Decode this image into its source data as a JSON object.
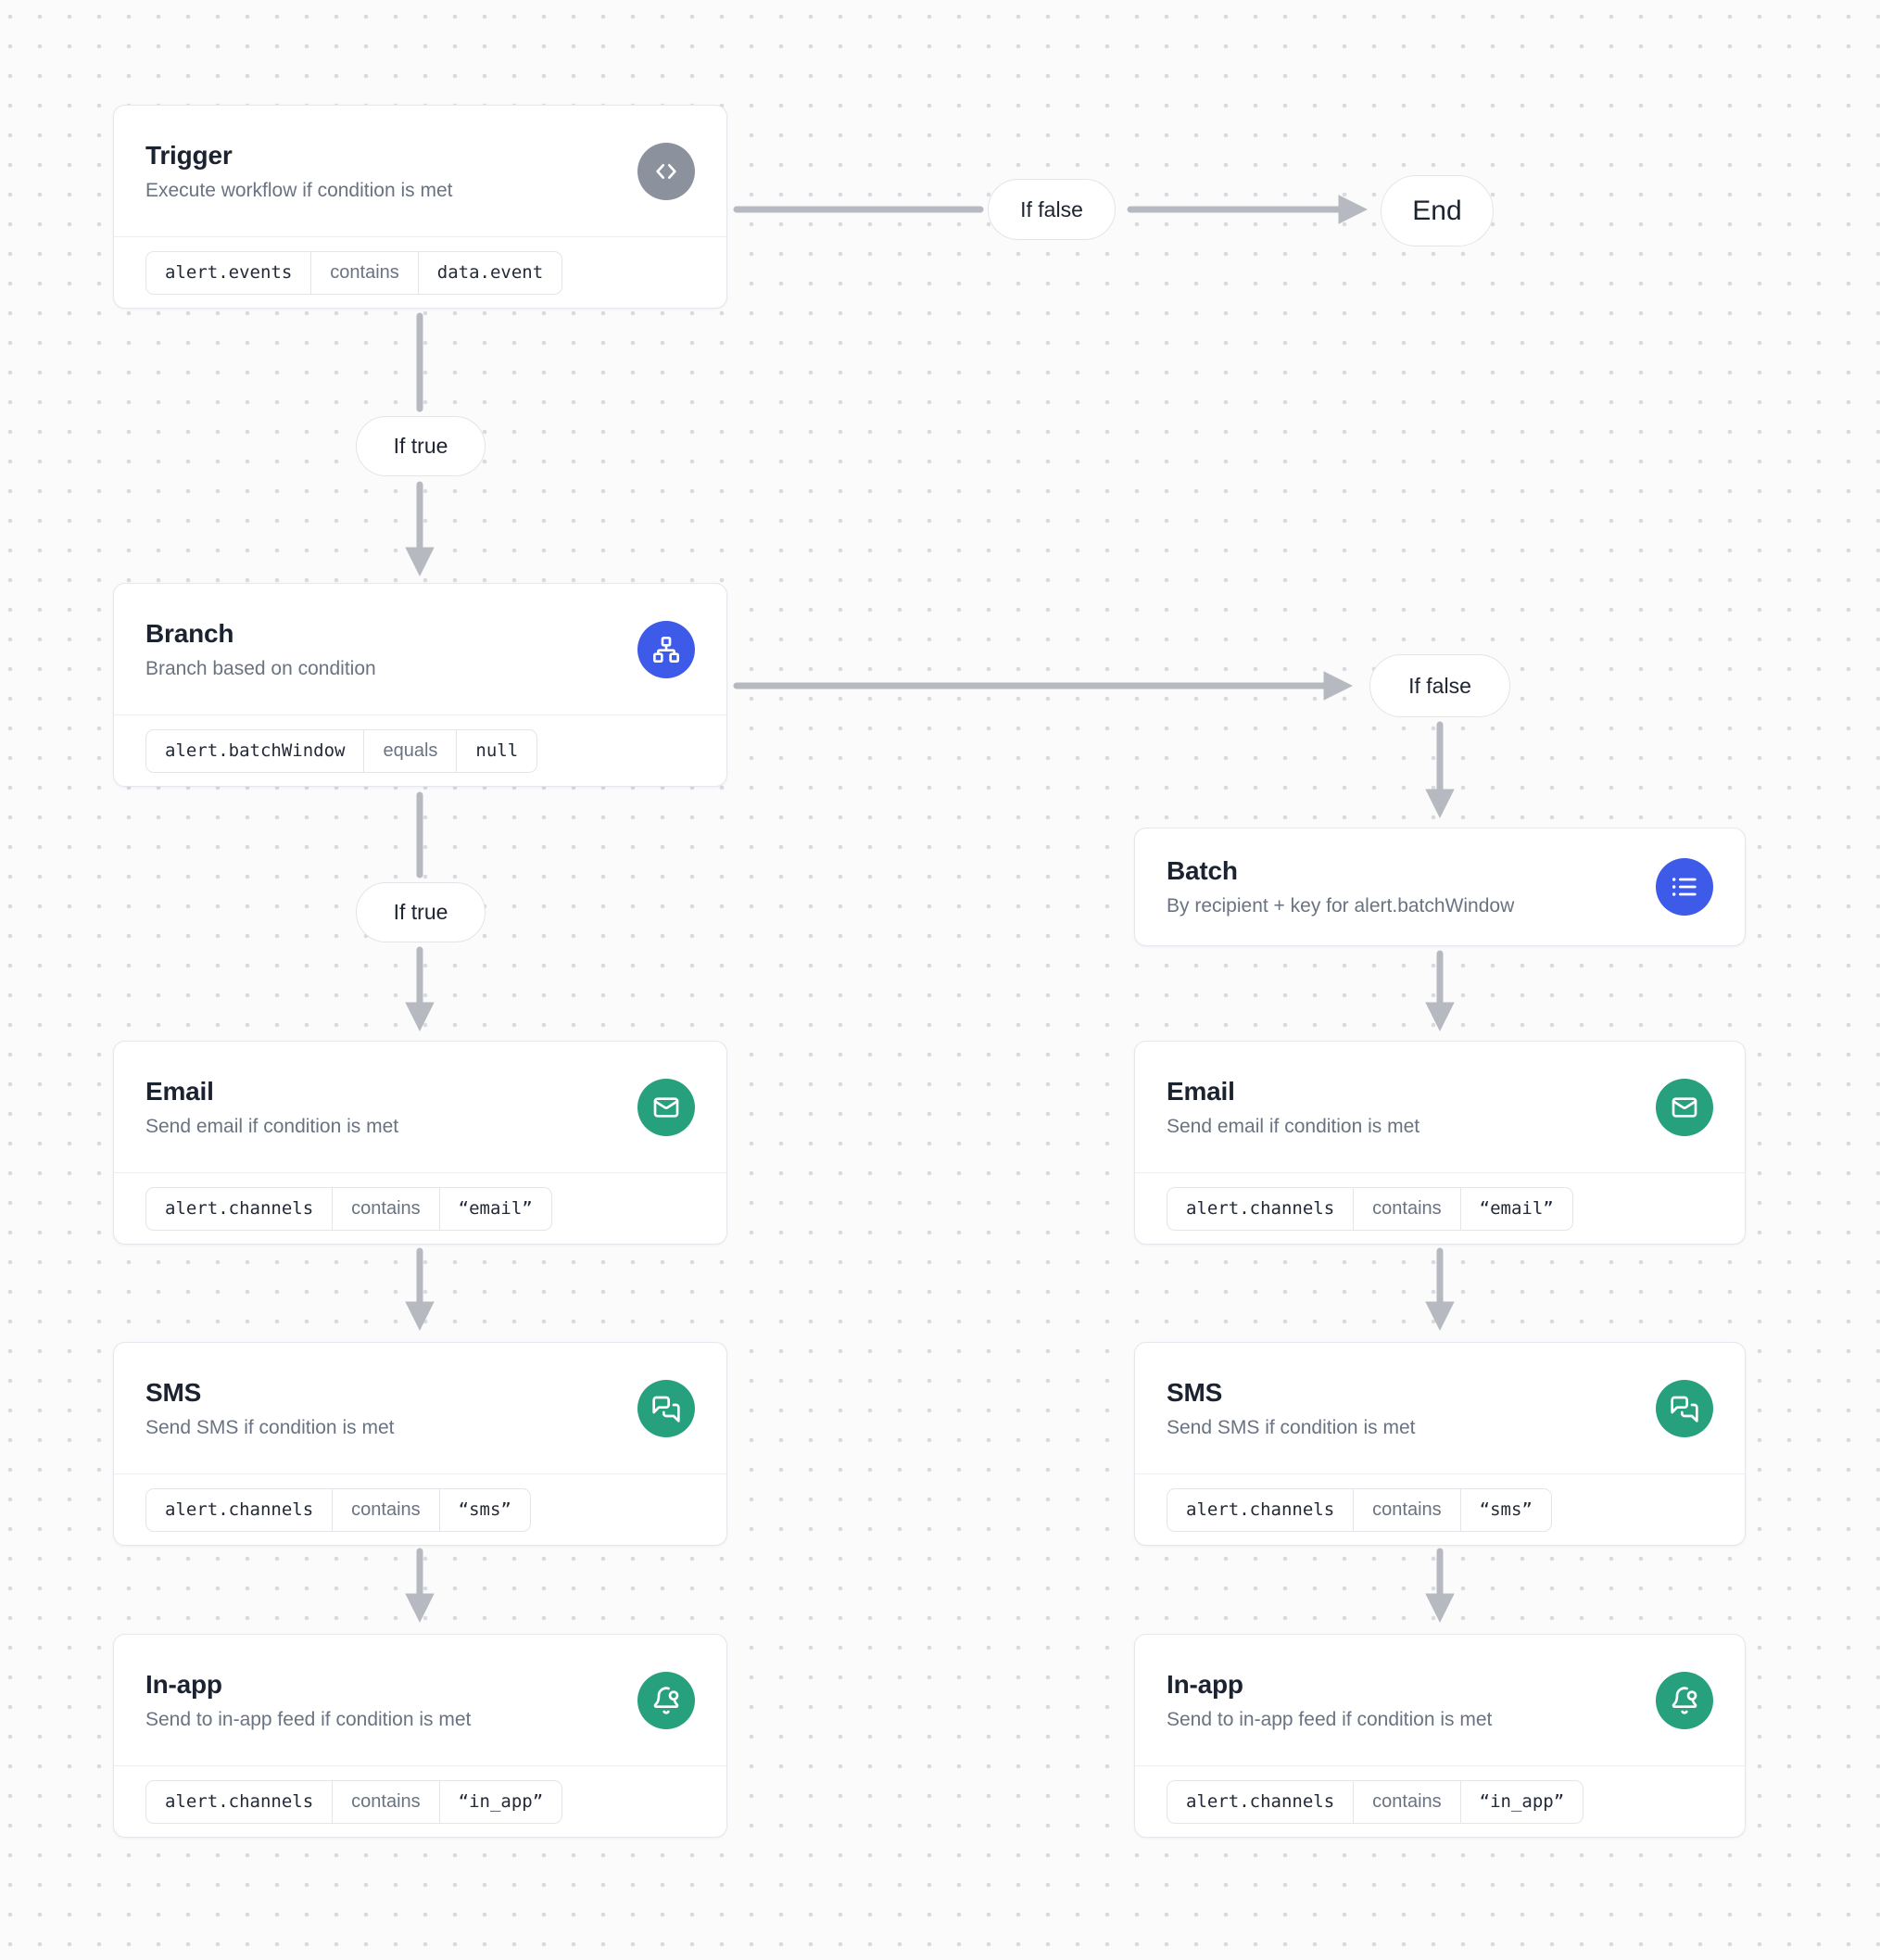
{
  "canvas": {
    "background": "#fbfbfc",
    "dot_color": "#d9dbe0",
    "arrow_color": "#b6bac0",
    "accent_blue": "#3d5be8",
    "accent_green": "#27a17d",
    "accent_gray": "#8b929d"
  },
  "edge_labels": {
    "trigger_false": "If false",
    "trigger_true": "If true",
    "branch_false": "If false",
    "branch_true": "If true"
  },
  "terminals": {
    "end": "End"
  },
  "nodes": {
    "trigger": {
      "title": "Trigger",
      "subtitle": "Execute workflow if condition is met",
      "icon": "code-icon",
      "condition": {
        "field": "alert.events",
        "operator": "contains",
        "value": "data.event"
      }
    },
    "branch": {
      "title": "Branch",
      "subtitle": "Branch based on condition",
      "icon": "network-icon",
      "condition": {
        "field": "alert.batchWindow",
        "operator": "equals",
        "value": "null"
      }
    },
    "batch": {
      "title": "Batch",
      "subtitle": "By recipient + key for alert.batchWindow",
      "icon": "list-icon"
    },
    "email_main": {
      "title": "Email",
      "subtitle": "Send email if condition is met",
      "icon": "mail-icon",
      "condition": {
        "field": "alert.channels",
        "operator": "contains",
        "value": "“email”"
      }
    },
    "sms_main": {
      "title": "SMS",
      "subtitle": "Send SMS if condition is met",
      "icon": "chat-bubbles-icon",
      "condition": {
        "field": "alert.channels",
        "operator": "contains",
        "value": "“sms”"
      }
    },
    "inapp_main": {
      "title": "In-app",
      "subtitle": "Send to in-app feed if condition is met",
      "icon": "bell-dot-icon",
      "condition": {
        "field": "alert.channels",
        "operator": "contains",
        "value": "“in_app”"
      }
    },
    "email_batch": {
      "title": "Email",
      "subtitle": "Send email if condition is met",
      "icon": "mail-icon",
      "condition": {
        "field": "alert.channels",
        "operator": "contains",
        "value": "“email”"
      }
    },
    "sms_batch": {
      "title": "SMS",
      "subtitle": "Send SMS if condition is met",
      "icon": "chat-bubbles-icon",
      "condition": {
        "field": "alert.channels",
        "operator": "contains",
        "value": "“sms”"
      }
    },
    "inapp_batch": {
      "title": "In-app",
      "subtitle": "Send to in-app feed if condition is met",
      "icon": "bell-dot-icon",
      "condition": {
        "field": "alert.channels",
        "operator": "contains",
        "value": "“in_app”"
      }
    }
  }
}
